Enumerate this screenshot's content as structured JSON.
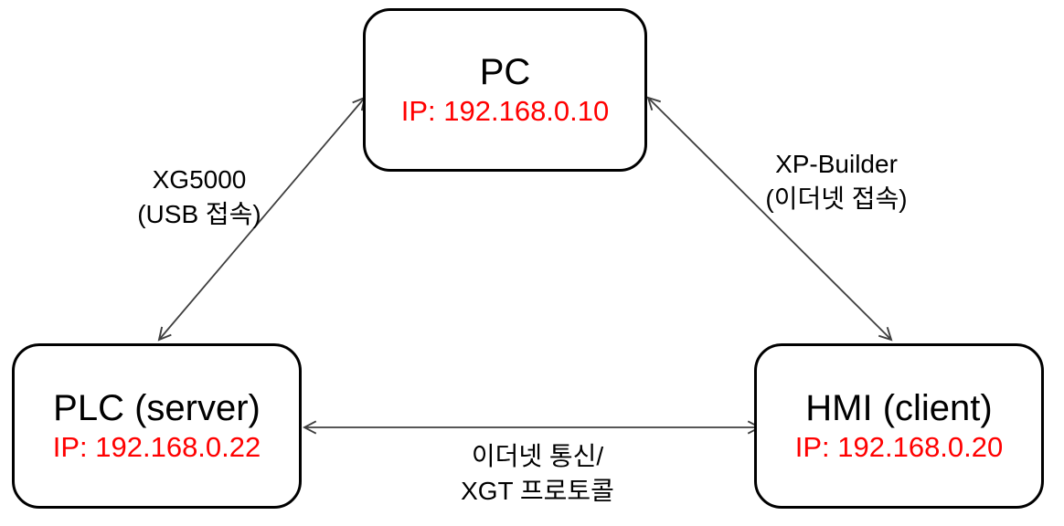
{
  "nodes": {
    "pc": {
      "title": "PC",
      "ip": "IP: 192.168.0.10"
    },
    "plc": {
      "title": "PLC (server)",
      "ip": "IP: 192.168.0.22"
    },
    "hmi": {
      "title": "HMI (client)",
      "ip": "IP: 192.168.0.20"
    }
  },
  "edges": {
    "pc_plc": {
      "line1": "XG5000",
      "line2": "(USB 접속)"
    },
    "pc_hmi": {
      "line1": "XP-Builder",
      "line2": "(이더넷 접속)"
    },
    "plc_hmi": {
      "line1": "이더넷 통신/",
      "line2": "XGT 프로토콜"
    }
  },
  "colors": {
    "background": "#ffffff",
    "node_border": "#000000",
    "title_text": "#000000",
    "ip_text": "#ff0000",
    "connector": "#3f3f3f"
  }
}
